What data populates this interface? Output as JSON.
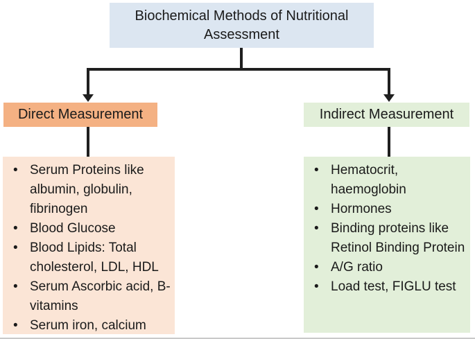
{
  "diagram": {
    "title": "Biochemical Methods of Nutritional Assessment",
    "colors": {
      "title_box_bg": "#dce6f1",
      "direct_header_bg": "#f4b183",
      "direct_list_bg": "#fbe5d6",
      "indirect_header_bg": "#e2efd9",
      "indirect_list_bg": "#e2efd9",
      "connector": "#1f1f1f",
      "text": "#1a1a1a"
    },
    "branches": [
      {
        "label": "Direct Measurement",
        "items": [
          "Serum Proteins like albumin, globulin, fibrinogen",
          "Blood Glucose",
          "Blood Lipids: Total cholesterol, LDL, HDL",
          "Serum Ascorbic acid, B-vitamins",
          "Serum iron, calcium"
        ]
      },
      {
        "label": "Indirect Measurement",
        "items": [
          "Hematocrit, haemoglobin",
          "Hormones",
          "Binding proteins like Retinol Binding Protein",
          "A/G ratio",
          "Load test, FIGLU test"
        ]
      }
    ]
  }
}
